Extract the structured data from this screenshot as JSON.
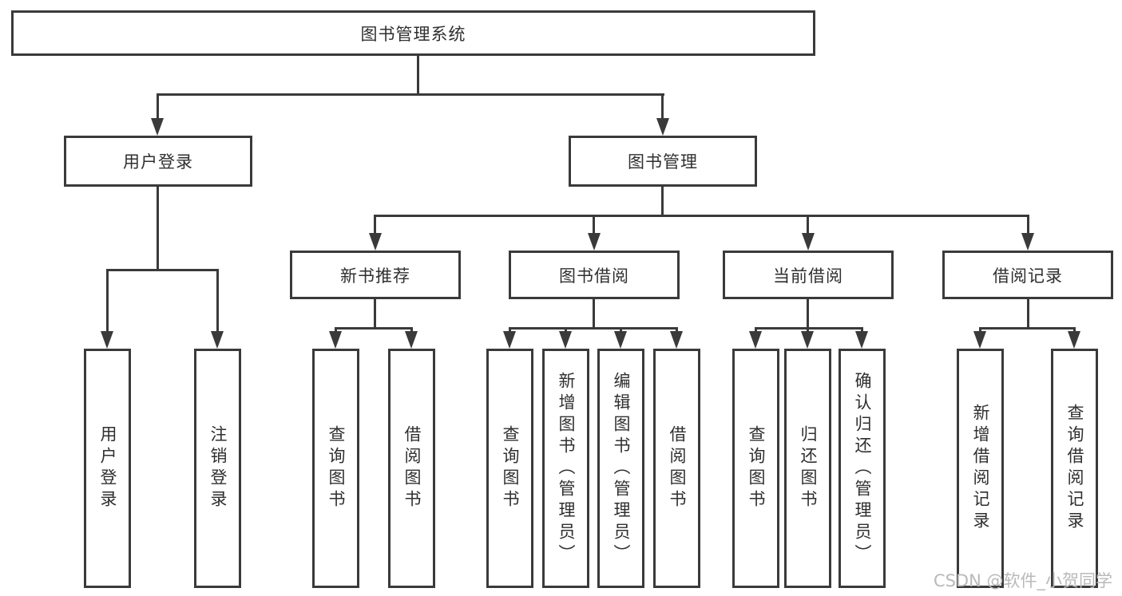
{
  "tree": {
    "root": "图书管理系统",
    "level2": [
      "用户登录",
      "图书管理"
    ],
    "level3": [
      "新书推荐",
      "图书借阅",
      "当前借阅",
      "借阅记录"
    ],
    "leaves": {
      "login": [
        "用户登录",
        "注销登录"
      ],
      "newbook": [
        "查询图书",
        "借阅图书"
      ],
      "borrow": [
        "查询图书",
        "新增图书（管理员）",
        "编辑图书（管理员）",
        "借阅图书"
      ],
      "current": [
        "查询图书",
        "归还图书",
        "确认归还（管理员）"
      ],
      "record": [
        "新增借阅记录",
        "查询借阅记录"
      ]
    }
  },
  "watermark": "CSDN @软件_小贺同学",
  "colors": {
    "line": "#3a3a3a",
    "text": "#2f2f2f",
    "watermark": "#b9b9b9",
    "background": "#ffffff"
  }
}
